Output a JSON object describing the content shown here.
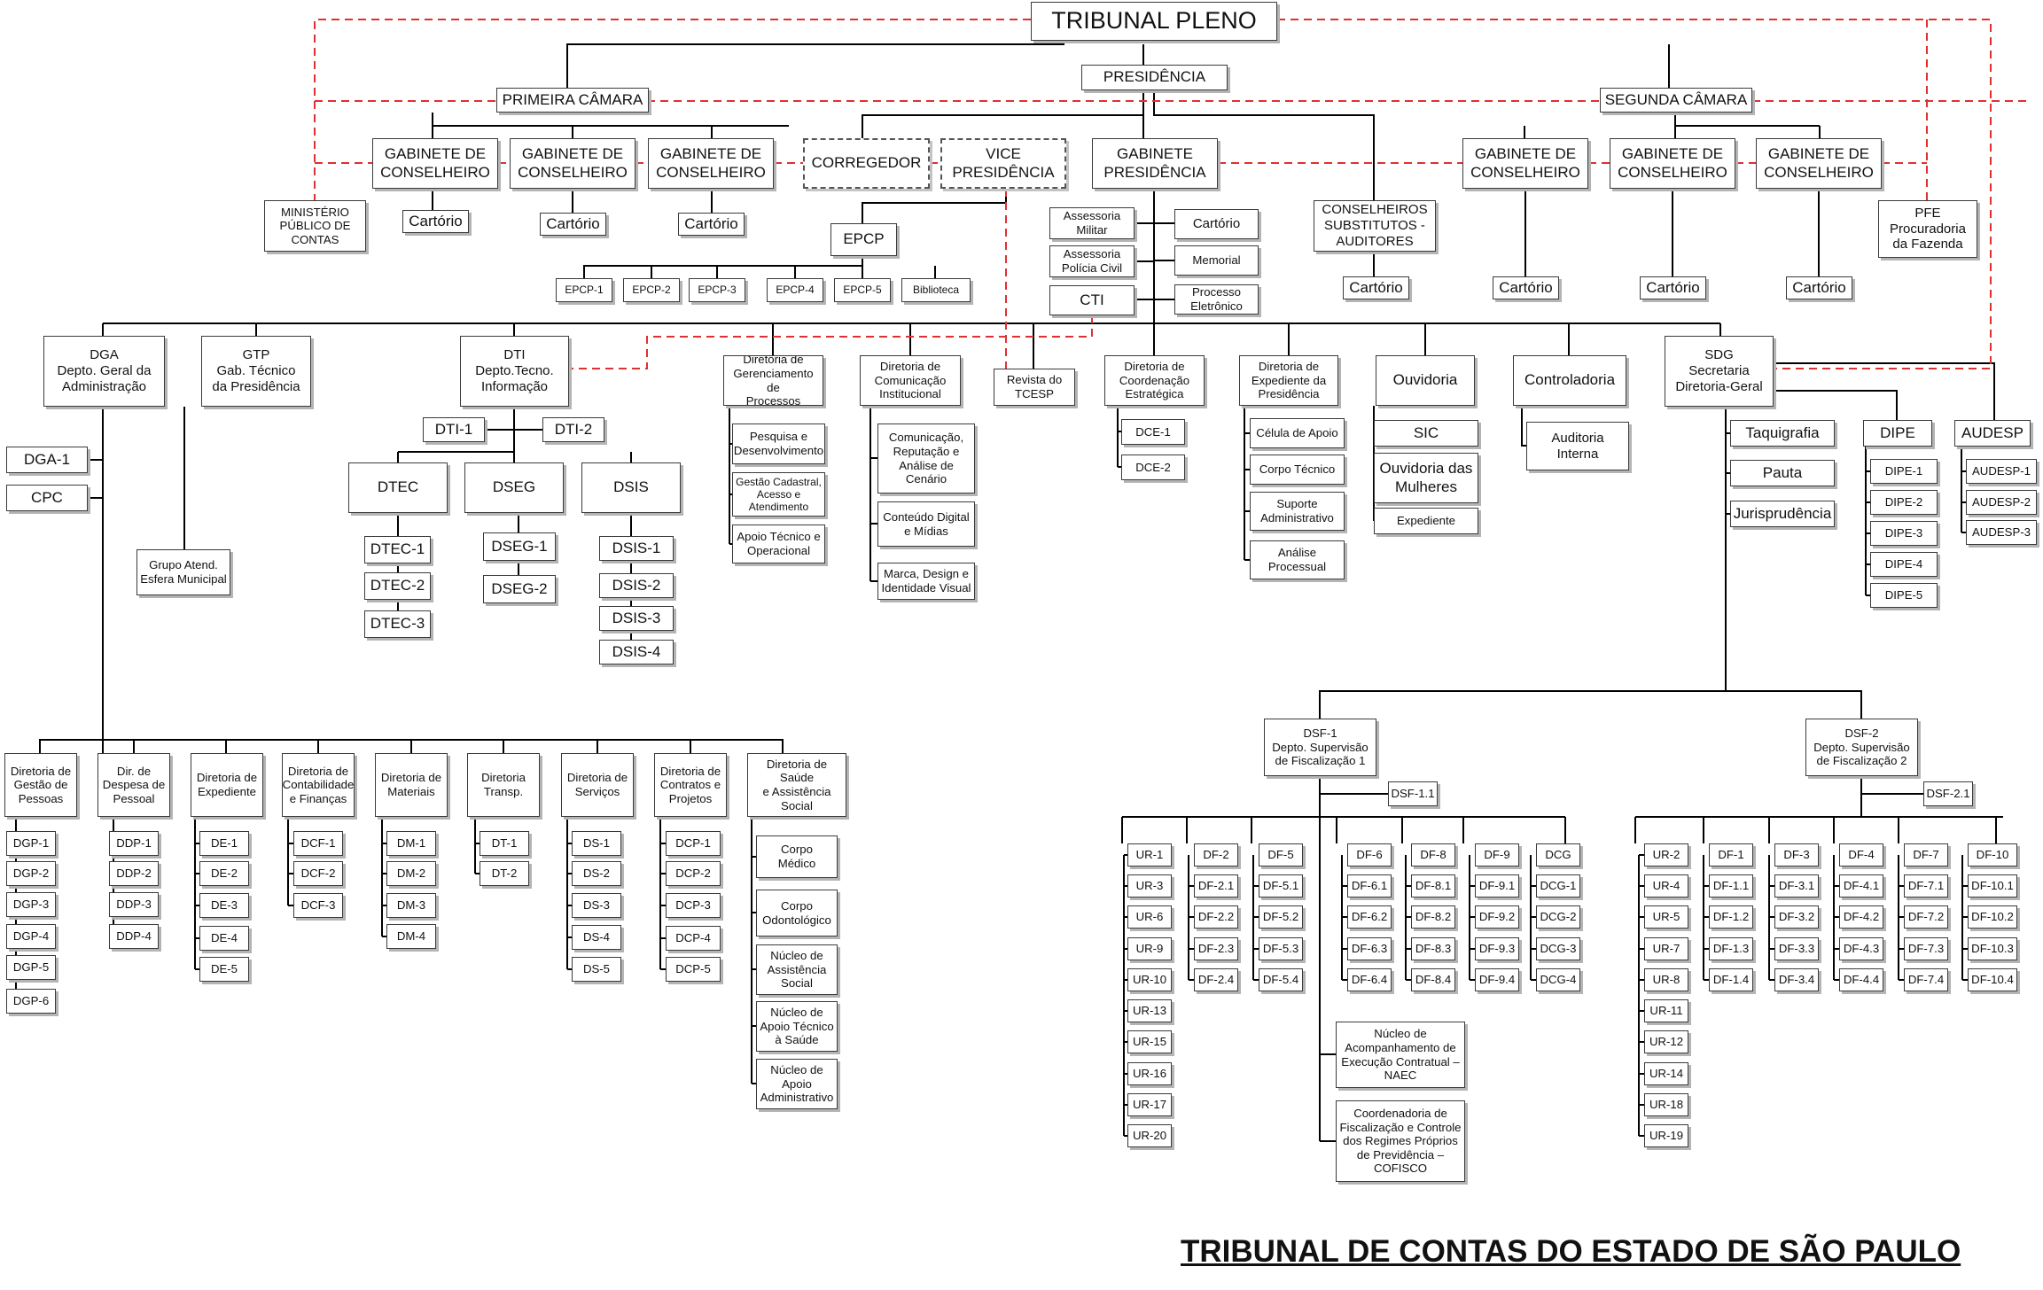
{
  "title": "TRIBUNAL DE CONTAS DO ESTADO DE SÃO PAULO",
  "colors": {
    "solid": "#000000",
    "dashed": "#e03030",
    "border": "#3a3a3a",
    "shadow": "#b4b4b4"
  },
  "nodes": {
    "n000": "TRIBUNAL PLENO",
    "n001": "PRESIDÊNCIA",
    "n002": "PRIMEIRA CÂMARA",
    "n003": "SEGUNDA CÂMARA",
    "n004": "GABINETE DE\nCONSELHEIRO",
    "n005": "GABINETE DE\nCONSELHEIRO",
    "n006": "GABINETE DE\nCONSELHEIRO",
    "n007": "CORREGEDOR",
    "n008": "VICE\nPRESIDÊNCIA",
    "n009": "GABINETE\nPRESIDÊNCIA",
    "n010": "GABINETE DE\nCONSELHEIRO",
    "n011": "GABINETE DE\nCONSELHEIRO",
    "n012": "GABINETE DE\nCONSELHEIRO",
    "n013": "MINISTÉRIO\nPÚBLICO DE\nCONTAS",
    "n014": "Cartório",
    "n015": "Cartório",
    "n016": "Cartório",
    "n017": "Assessoria\nMilitar",
    "n018": "Cartório",
    "n019": "Assessoria\nPolícia Civil",
    "n020": "Memorial",
    "n021": "CTI",
    "n022": "Processo\nEletrônico",
    "n023": "CONSELHEIROS\nSUBSTITUTOS -\nAUDITORES",
    "n024": "Cartório",
    "n025": "Cartório",
    "n026": "Cartório",
    "n027": "Cartório",
    "n028": "PFE\nProcuradoria\nda Fazenda",
    "n029": "EPCP",
    "n030": "EPCP-1",
    "n031": "EPCP-2",
    "n032": "EPCP-3",
    "n033": "EPCP-4",
    "n034": "EPCP-5",
    "n035": "Biblioteca",
    "n036": "DGA\nDepto. Geral da\nAdministração",
    "n037": "GTP\nGab. Técnico\nda Presidência",
    "n038": "DTI\nDepto.Tecno.\nInformação",
    "n039": "Diretoria de\nGerenciamento de\nProcessos",
    "n040": "Diretoria de\nComunicação\nInstitucional",
    "n041": "Revista do\nTCESP",
    "n042": "Diretoria de\nCoordenação\nEstratégica",
    "n043": "Diretoria de\nExpediente da\nPresidência",
    "n044": "Ouvidoria",
    "n045": "Controladoria",
    "n046": "SDG\nSecretaria\nDiretoria-Geral",
    "n047": "DGA-1",
    "n048": "CPC",
    "n049": "Grupo Atend.\nEsfera Municipal",
    "n050": "DTI-1",
    "n051": "DTI-2",
    "n052": "DTEC",
    "n053": "DSEG",
    "n054": "DSIS",
    "n055": "DTEC-1",
    "n056": "DTEC-2",
    "n057": "DTEC-3",
    "n058": "DSEG-1",
    "n059": "DSEG-2",
    "n060": "DSIS-1",
    "n061": "DSIS-2",
    "n062": "DSIS-3",
    "n063": "DSIS-4",
    "n064": "Pesquisa e\nDesenvolvimento",
    "n065": "Gestão Cadastral,\nAcesso e\nAtendimento",
    "n066": "Apoio Técnico e\nOperacional",
    "n067": "Comunicação,\nReputação e\nAnálise de\nCenário",
    "n068": "Conteúdo Digital\ne Mídias",
    "n069": "Marca, Design e\nIdentidade Visual",
    "n070": "DCE-1",
    "n071": "DCE-2",
    "n072": "Célula de Apoio",
    "n073": "Corpo Técnico",
    "n074": "Suporte\nAdministrativo",
    "n075": "Análise\nProcessual",
    "n076": "SIC",
    "n077": "Ouvidoria das\nMulheres",
    "n078": "Expediente",
    "n079": "Auditoria\nInterna",
    "n080": "Taquigrafia",
    "n081": "Pauta",
    "n082": "Jurisprudência",
    "n083": "DIPE",
    "n084": "AUDESP",
    "n085": "DIPE-1",
    "n086": "DIPE-2",
    "n087": "DIPE-3",
    "n088": "DIPE-4",
    "n089": "DIPE-5",
    "n090": "AUDESP-1",
    "n091": "AUDESP-2",
    "n092": "AUDESP-3",
    "n093": "DSF-1\nDepto. Supervisão\nde Fiscalização 1",
    "n094": "DSF-2\nDepto. Supervisão\nde Fiscalização 2",
    "n095": "DSF-1.1",
    "n096": "DSF-2.1",
    "n097": "Diretoria de\nGestão de\nPessoas",
    "n098": "Dir. de\nDespesa de\nPessoal",
    "n099": "Diretoria de\nExpediente",
    "n100": "Diretoria de\nContabilidade\ne Finanças",
    "n101": "Diretoria de\nMateriais",
    "n102": "Diretoria\nTransp.",
    "n103": "Diretoria de\nServiços",
    "n104": "Diretoria de\nContratos e\nProjetos",
    "n105": "Diretoria de Saúde\ne Assistência\nSocial",
    "n106": "DGP-1",
    "n107": "DGP-2",
    "n108": "DGP-3",
    "n109": "DGP-4",
    "n110": "DGP-5",
    "n111": "DGP-6",
    "n112": "DDP-1",
    "n113": "DDP-2",
    "n114": "DDP-3",
    "n115": "DDP-4",
    "n116": "DE-1",
    "n117": "DE-2",
    "n118": "DE-3",
    "n119": "DE-4",
    "n120": "DE-5",
    "n121": "DCF-1",
    "n122": "DCF-2",
    "n123": "DCF-3",
    "n124": "DM-1",
    "n125": "DM-2",
    "n126": "DM-3",
    "n127": "DM-4",
    "n128": "DT-1",
    "n129": "DT-2",
    "n130": "DS-1",
    "n131": "DS-2",
    "n132": "DS-3",
    "n133": "DS-4",
    "n134": "DS-5",
    "n135": "DCP-1",
    "n136": "DCP-2",
    "n137": "DCP-3",
    "n138": "DCP-4",
    "n139": "DCP-5",
    "n140": "Corpo\nMédico",
    "n141": "Corpo\nOdontológico",
    "n142": "Núcleo de\nAssistência\nSocial",
    "n143": "Núcleo de\nApoio Técnico\nà Saúde",
    "n144": "Núcleo de\nApoio\nAdministrativo",
    "n145": "UR-1",
    "n146": "UR-3",
    "n147": "UR-6",
    "n148": "UR-9",
    "n149": "UR-10",
    "n150": "UR-13",
    "n151": "UR-15",
    "n152": "UR-16",
    "n153": "UR-17",
    "n154": "UR-20",
    "n155": "DF-2",
    "n156": "DF-2.1",
    "n157": "DF-2.2",
    "n158": "DF-2.3",
    "n159": "DF-2.4",
    "n160": "DF-5",
    "n161": "DF-5.1",
    "n162": "DF-5.2",
    "n163": "DF-5.3",
    "n164": "DF-5.4",
    "n165": "DF-6",
    "n166": "DF-6.1",
    "n167": "DF-6.2",
    "n168": "DF-6.3",
    "n169": "DF-6.4",
    "n170": "DF-8",
    "n171": "DF-8.1",
    "n172": "DF-8.2",
    "n173": "DF-8.3",
    "n174": "DF-8.4",
    "n175": "DF-9",
    "n176": "DF-9.1",
    "n177": "DF-9.2",
    "n178": "DF-9.3",
    "n179": "DF-9.4",
    "n180": "DCG",
    "n181": "DCG-1",
    "n182": "DCG-2",
    "n183": "DCG-3",
    "n184": "DCG-4",
    "n185": "Núcleo de\nAcompanhamento de\nExecução Contratual –\nNAEC",
    "n186": "Coordenadoria de\nFiscalização e Controle\ndos Regimes Próprios\nde Previdência –\nCOFISCO",
    "n187": "UR-2",
    "n188": "UR-4",
    "n189": "UR-5",
    "n190": "UR-7",
    "n191": "UR-8",
    "n192": "UR-11",
    "n193": "UR-12",
    "n194": "UR-14",
    "n195": "UR-18",
    "n196": "UR-19",
    "n197": "DF-1",
    "n198": "DF-1.1",
    "n199": "DF-1.2",
    "n200": "DF-1.3",
    "n201": "DF-1.4",
    "n202": "DF-3",
    "n203": "DF-3.1",
    "n204": "DF-3.2",
    "n205": "DF-3.3",
    "n206": "DF-3.4",
    "n207": "DF-4",
    "n208": "DF-4.1",
    "n209": "DF-4.2",
    "n210": "DF-4.3",
    "n211": "DF-4.4",
    "n212": "DF-7",
    "n213": "DF-7.1",
    "n214": "DF-7.2",
    "n215": "DF-7.3",
    "n216": "DF-7.4",
    "n217": "DF-10",
    "n218": "DF-10.1",
    "n219": "DF-10.2",
    "n220": "DF-10.3",
    "n221": "DF-10.4"
  }
}
